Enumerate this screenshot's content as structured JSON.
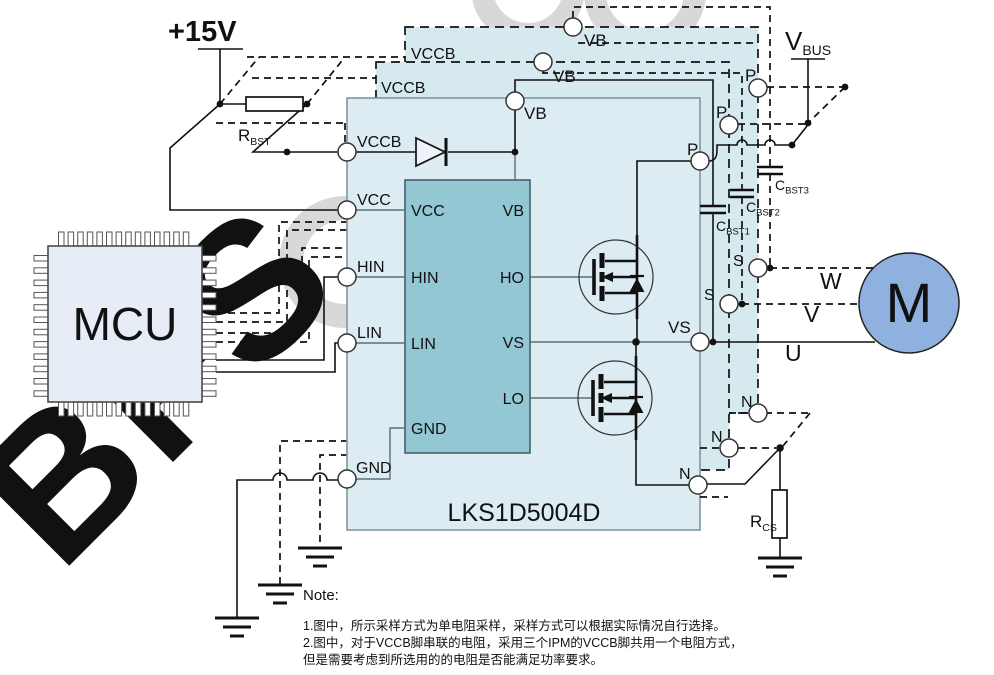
{
  "power": {
    "rail15": "+15V",
    "vbus_main": "V",
    "vbus_sub": "BUS"
  },
  "mcu": {
    "label": "MCU"
  },
  "motor": {
    "label": "M"
  },
  "phases": {
    "u": "U",
    "v": "V",
    "w": "W"
  },
  "module": {
    "name": "LKS1D5004D",
    "pins": {
      "vccb": "VCCB",
      "vcc": "VCC",
      "hin": "HIN",
      "lin": "LIN",
      "gnd": "GND",
      "vb": "VB",
      "p": "P",
      "s": "S",
      "vs": "VS",
      "n": "N",
      "ho": "HO",
      "lo": "LO"
    }
  },
  "components": {
    "rbst": {
      "main": "R",
      "sub": "BST"
    },
    "rcs": {
      "main": "R",
      "sub": "CS"
    },
    "cbst1": {
      "main": "C",
      "sub": "BST1"
    },
    "cbst2": {
      "main": "C",
      "sub": "BST2"
    },
    "cbst3": {
      "main": "C",
      "sub": "BST3"
    }
  },
  "note": {
    "title": "Note:",
    "line1": "1.图中，所示采样方式为单电阻采样，采样方式可以根据实际情况自行选择。",
    "line2": "2.图中，对于VCCB脚串联的电阻，采用三个IPM的VCCB脚共用一个电阻方式，",
    "line3": "但是需要考虑到所选用的的电阻是否能满足功率要求。"
  },
  "watermark": {
    "text": "BFS"
  }
}
